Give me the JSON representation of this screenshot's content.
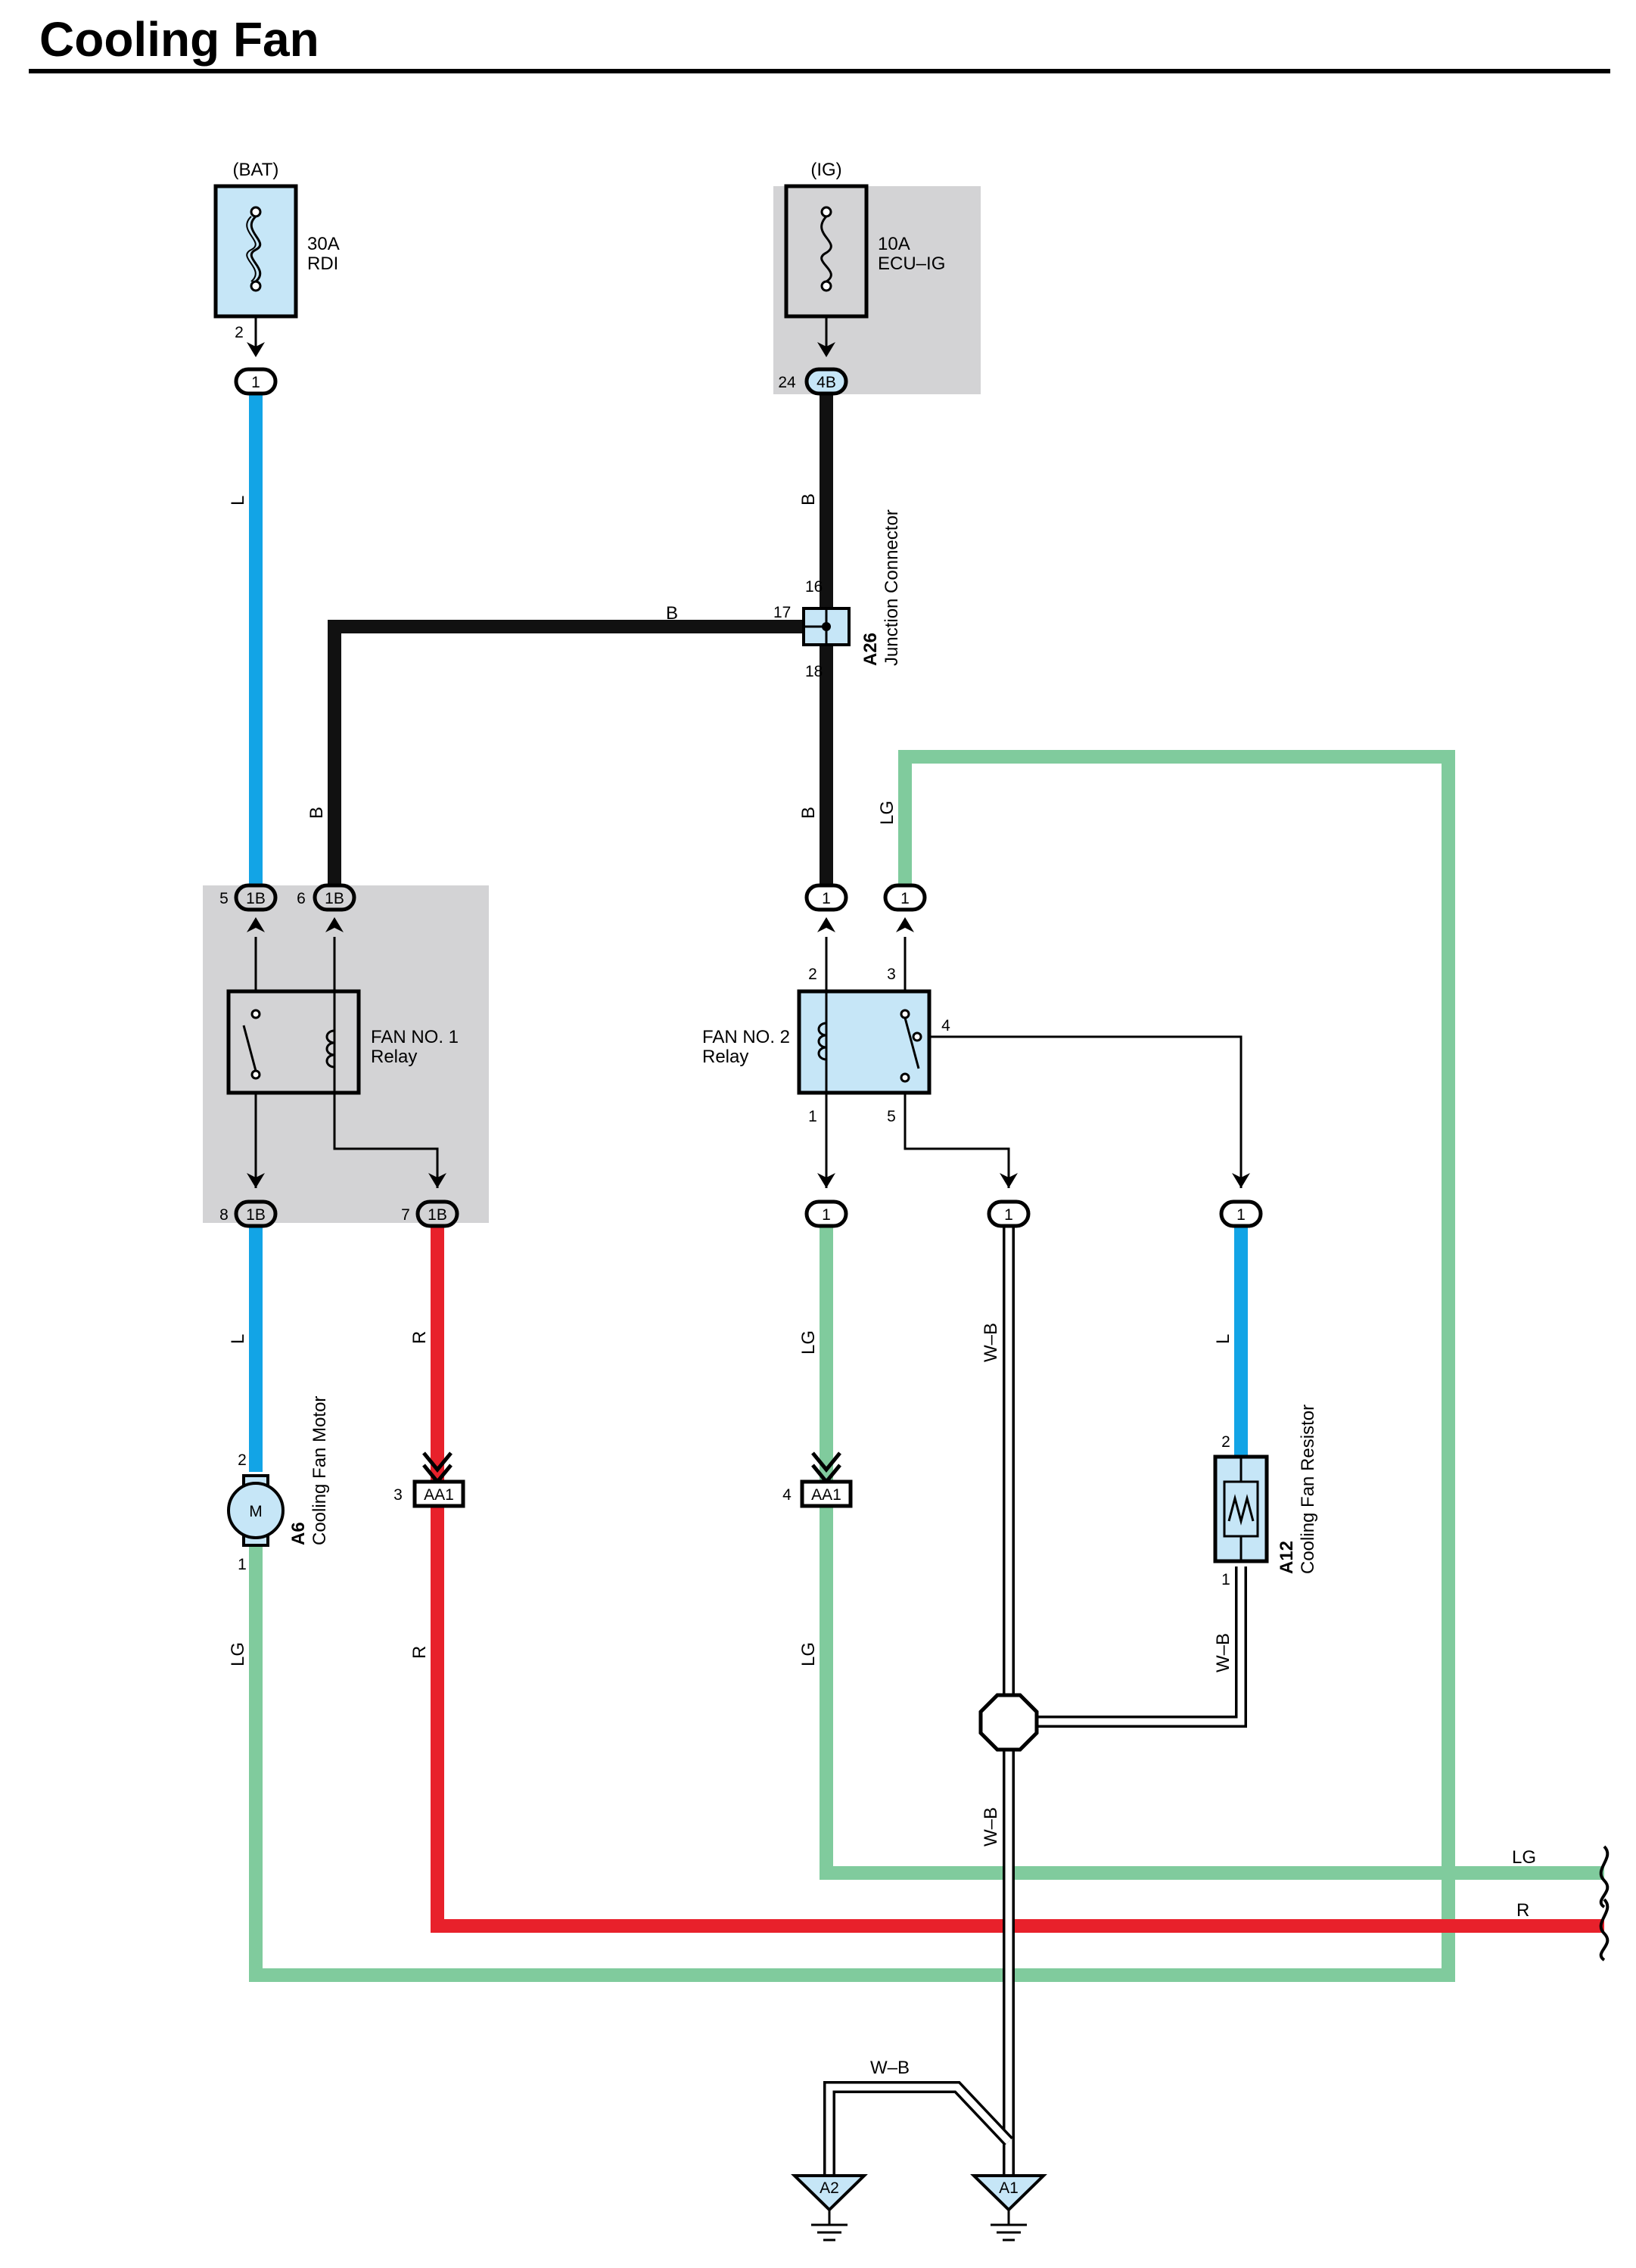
{
  "title": "Cooling Fan",
  "colors": {
    "wire_L": "#12a4e6",
    "wire_B": "#111111",
    "wire_LG": "#80cb9d",
    "wire_R": "#e8212b",
    "wire_WB": "#ffffff",
    "gray_box": "#d3d3d5",
    "component_fill": "#c6e6f7"
  },
  "sources": {
    "bat": {
      "label": "(BAT)",
      "fuse_amp": "30A",
      "fuse_name": "RDI",
      "pin": "2",
      "connector": "1"
    },
    "ig": {
      "label": "(IG)",
      "fuse_amp": "10A",
      "fuse_name": "ECU–IG",
      "pin": "24",
      "connector": "4B"
    }
  },
  "junction": {
    "code": "A26",
    "name": "Junction Connector",
    "pins": [
      "16",
      "17",
      "18"
    ]
  },
  "relay1": {
    "name_line1": "FAN NO. 1",
    "name_line2": "Relay",
    "pins": [
      "5",
      "6",
      "8",
      "7"
    ],
    "connector": "1B"
  },
  "relay2": {
    "name_line1": "FAN NO. 2",
    "name_line2": "Relay",
    "pins": [
      "2",
      "3",
      "4",
      "1",
      "5"
    ],
    "connector": "1"
  },
  "motor": {
    "code": "A6",
    "name": "Cooling Fan Motor",
    "symbol": "M",
    "pins": [
      "2",
      "1"
    ]
  },
  "resistor": {
    "code": "A12",
    "name": "Cooling Fan Resistor",
    "pins": [
      "2",
      "1"
    ]
  },
  "connector_aa1": {
    "code": "AA1",
    "pins": [
      "3",
      "4"
    ]
  },
  "wire_labels": {
    "L": "L",
    "B": "B",
    "LG": "LG",
    "R": "R",
    "WB": "W–B"
  },
  "grounds": [
    "A2",
    "A1"
  ],
  "icons": [
    "fuse-icon",
    "relay-coil-icon",
    "relay-switch-icon",
    "motor-icon",
    "resistor-icon",
    "ground-icon",
    "splice-icon",
    "wire-break-icon"
  ]
}
